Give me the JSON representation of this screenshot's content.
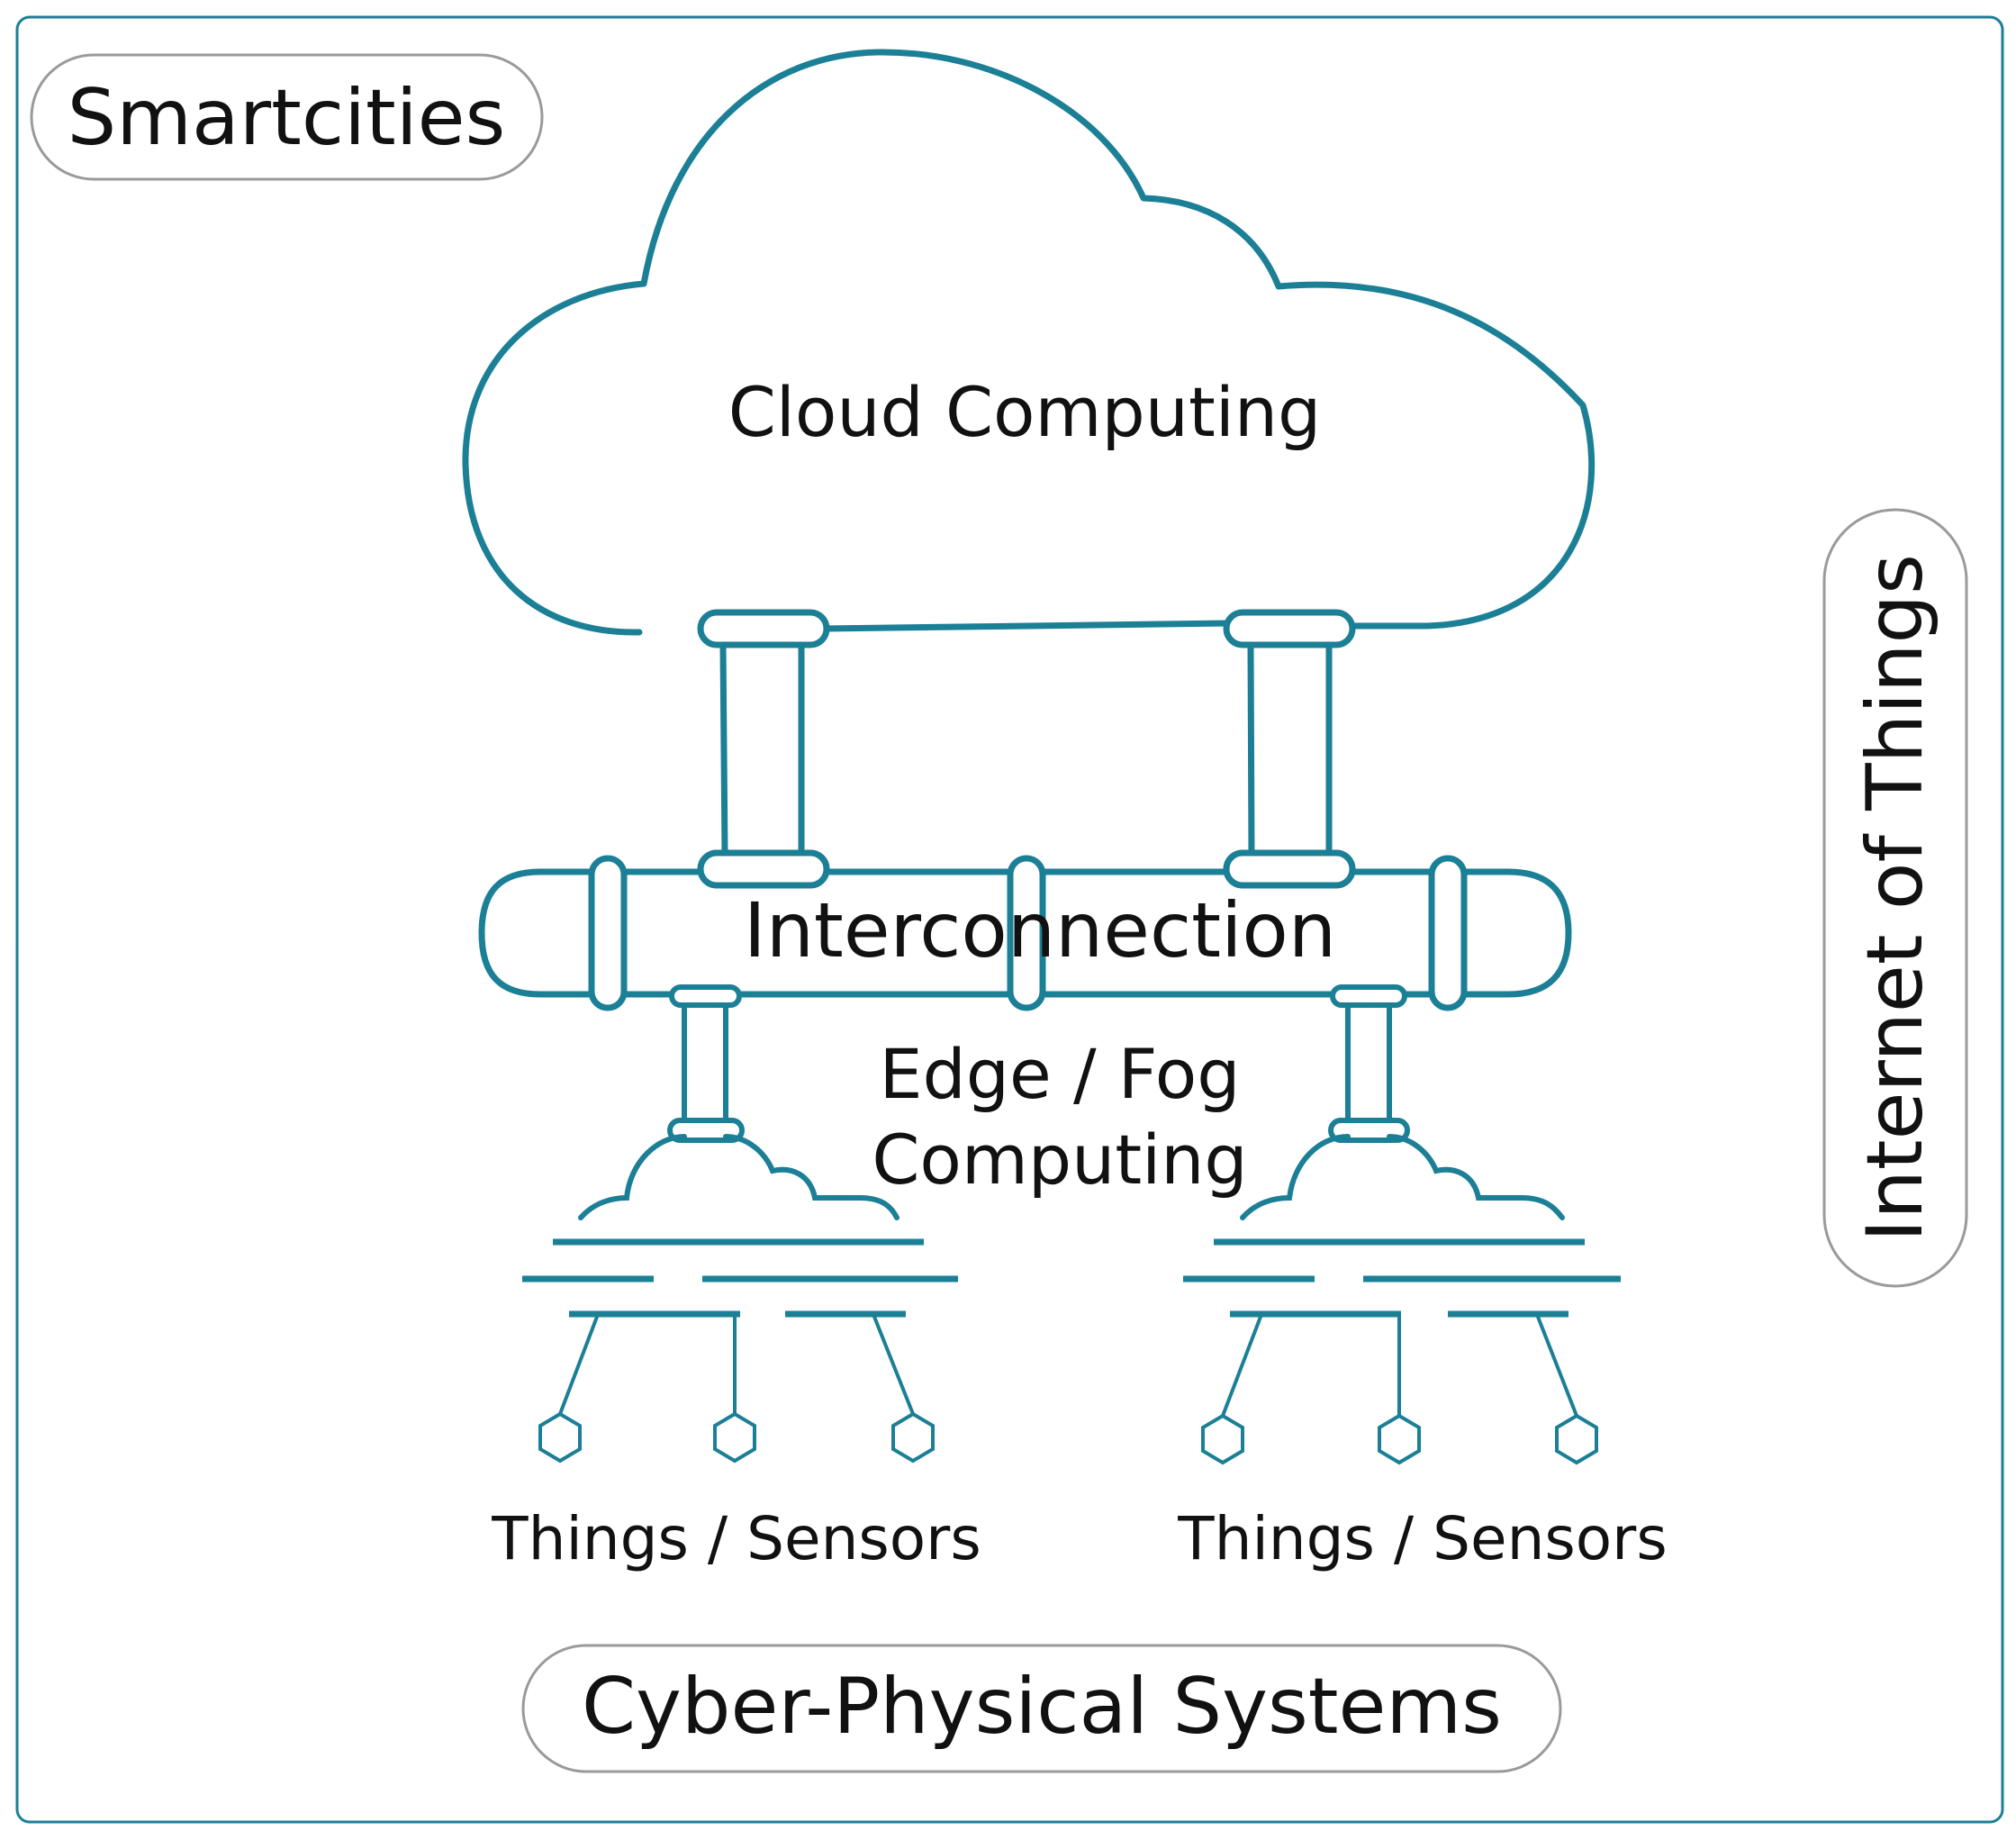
{
  "labels": {
    "smartcities": "Smartcities",
    "cloud_computing": "Cloud Computing",
    "interconnection": "Interconnection",
    "edge_fog_line1": "Edge / Fog",
    "edge_fog_line2": "Computing",
    "things_left": "Things / Sensors",
    "things_right": "Things / Sensors",
    "cps": "Cyber-Physical Systems",
    "iot": "Internet of Things"
  },
  "colors": {
    "accent": "#1b7f96",
    "pill_border": "#9a9a9a",
    "text": "#111111"
  }
}
